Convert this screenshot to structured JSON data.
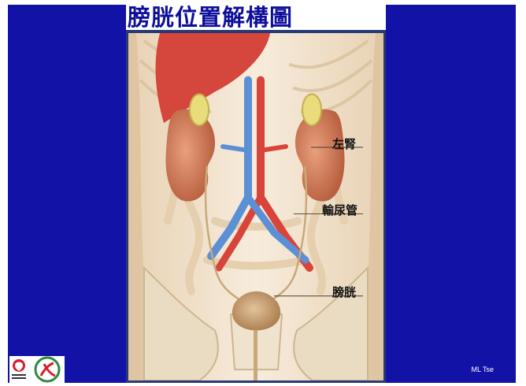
{
  "slide": {
    "title": "膀胱位置解構圖",
    "author": "ML Tse"
  },
  "labels": {
    "left_kidney": "左腎",
    "ureter": "輸尿管",
    "bladder": "膀胱"
  },
  "colors": {
    "background": "#1212a6",
    "title_text": "#0e0e9c",
    "kidney": "#d98865",
    "artery": "#d9443a",
    "vein": "#5b8fd6",
    "bladder": "#cfa77a"
  },
  "logos": {
    "left": "hospital-authority-logo",
    "right": "red-ribbon-circle-logo"
  }
}
